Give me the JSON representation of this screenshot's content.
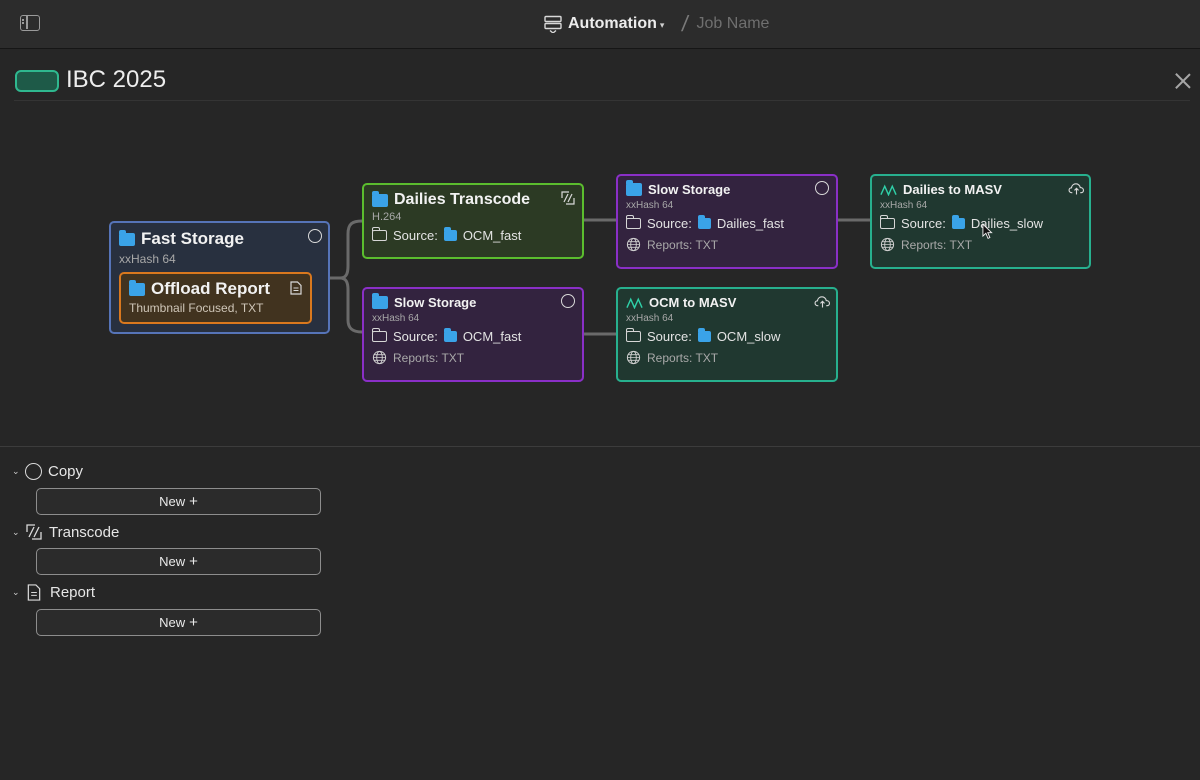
{
  "titlebar": {
    "app_section": "Automation",
    "separator": "/",
    "job_name_placeholder": "Job Name"
  },
  "job": {
    "title": "IBC 2025",
    "accent_color": "#2fb88f"
  },
  "nodes": {
    "fast_storage": {
      "title": "Fast Storage",
      "hash": "xxHash 64",
      "type_icon": "copy-ring-icon"
    },
    "offload_report": {
      "title": "Offload Report",
      "detail": "Thumbnail Focused, TXT",
      "type_icon": "document-icon"
    },
    "dailies_transcode": {
      "title": "Dailies Transcode",
      "codec": "H.264",
      "source_label": "Source:",
      "source_value": "OCM_fast",
      "type_icon": "transcode-icon"
    },
    "slow_storage_top": {
      "title": "Slow Storage",
      "hash": "xxHash 64",
      "source_label": "Source:",
      "source_value": "Dailies_fast",
      "reports": "Reports: TXT",
      "type_icon": "copy-ring-icon"
    },
    "dailies_to_masv": {
      "title": "Dailies to MASV",
      "hash": "xxHash 64",
      "source_label": "Source:",
      "source_value": "Dailies_slow",
      "reports": "Reports: TXT",
      "type_icon": "cloud-upload-icon"
    },
    "slow_storage_bottom": {
      "title": "Slow Storage",
      "hash": "xxHash 64",
      "source_label": "Source:",
      "source_value": "OCM_fast",
      "reports": "Reports: TXT",
      "type_icon": "copy-ring-icon"
    },
    "ocm_to_masv": {
      "title": "OCM to MASV",
      "hash": "xxHash 64",
      "source_label": "Source:",
      "source_value": "OCM_slow",
      "reports": "Reports: TXT",
      "type_icon": "cloud-upload-icon"
    }
  },
  "colors": {
    "storage": "#5674b8",
    "report": "#d9781e",
    "transcode": "#5bbd2e",
    "slow_storage": "#8a2fc7",
    "masv": "#27b08e"
  },
  "sections": [
    {
      "label": "Copy",
      "button": "New",
      "icon": "copy-ring-icon"
    },
    {
      "label": "Transcode",
      "button": "New",
      "icon": "transcode-icon"
    },
    {
      "label": "Report",
      "button": "New",
      "icon": "document-icon"
    }
  ]
}
